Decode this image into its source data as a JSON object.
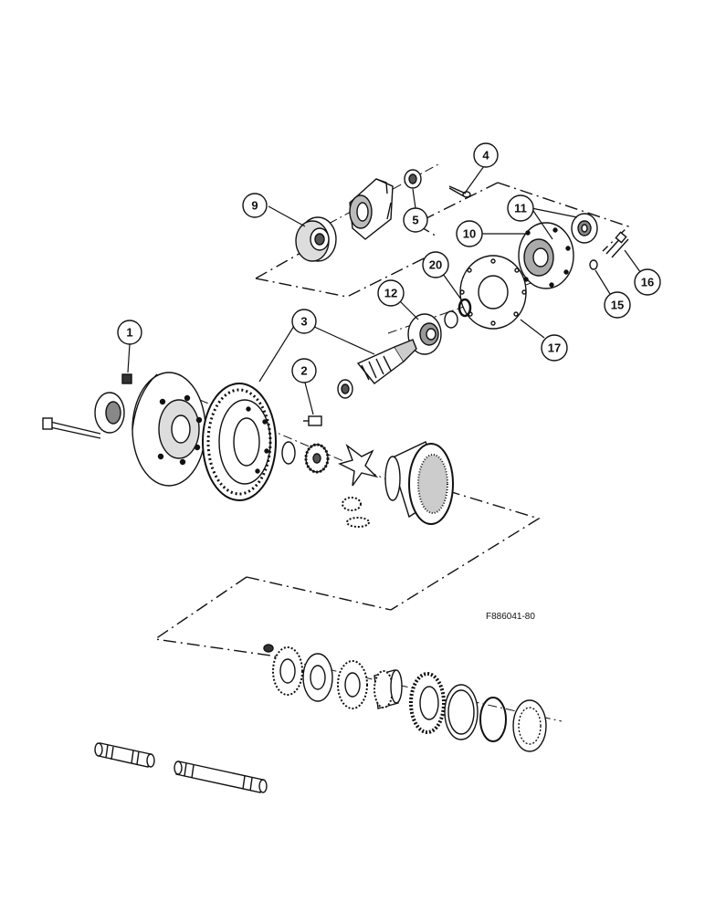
{
  "figure_id": "F886041-80",
  "callouts": [
    "1",
    "2",
    "3",
    "4",
    "5",
    "9",
    "10",
    "11",
    "12",
    "15",
    "16",
    "17",
    "20"
  ],
  "colors": {
    "ink": "#111111",
    "paper": "#ffffff",
    "shade": "#555555"
  }
}
